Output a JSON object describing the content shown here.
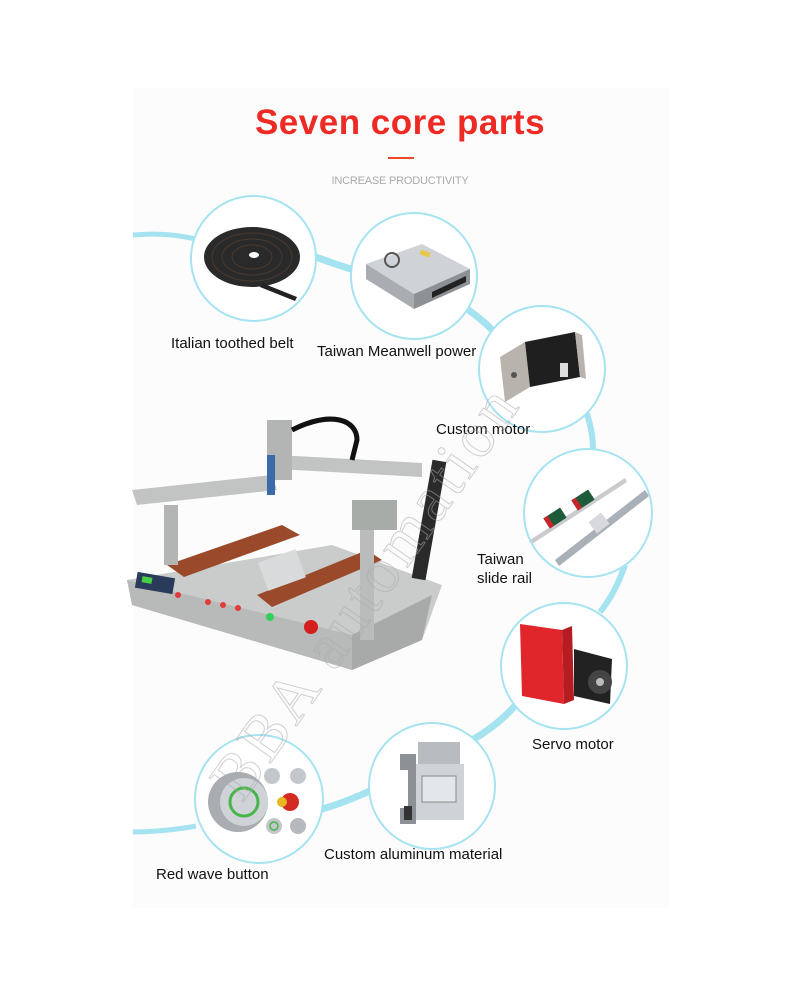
{
  "header": {
    "title": "Seven core parts",
    "subtitle": "INCREASE PRODUCTIVITY"
  },
  "colors": {
    "title": "#ee2a24",
    "accent_rule": "#ee4a24",
    "connector": "#a6e3f0",
    "subtitle": "#a9a9a9"
  },
  "parts": [
    {
      "label": "Italian toothed belt",
      "icon": "toothed-belt-roll"
    },
    {
      "label": "Taiwan Meanwell power",
      "icon": "power-supply-unit"
    },
    {
      "label": "Custom motor",
      "icon": "stepper-motor"
    },
    {
      "label": "Taiwan slide rail",
      "line1": "Taiwan",
      "line2": "slide rail",
      "icon": "linear-rail-ball-screw"
    },
    {
      "label": "Servo motor",
      "icon": "servo-driver-motor"
    },
    {
      "label": "Custom aluminum material",
      "icon": "aluminum-profile"
    },
    {
      "label": "Red wave button",
      "icon": "push-buttons"
    }
  ],
  "center_image": {
    "icon": "screw-fastening-machine"
  },
  "watermark": "BBA automation"
}
